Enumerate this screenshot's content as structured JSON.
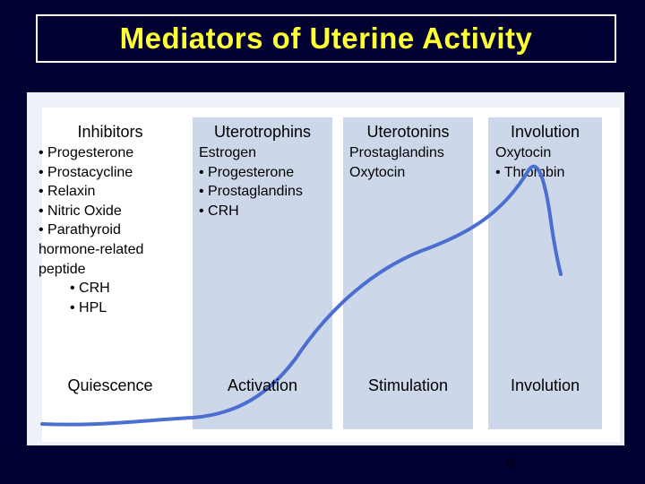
{
  "slide": {
    "title": "Mediators of Uterine Activity",
    "page_number": "6"
  },
  "columns": [
    {
      "header": "Inhibitors",
      "items": [
        "• Progesterone",
        "• Prostacycline",
        "• Relaxin",
        "• Nitric Oxide",
        "• Parathyroid",
        "hormone-related",
        "peptide"
      ],
      "sub_items": [
        "• CRH",
        "• HPL"
      ],
      "phase": "Quiescence"
    },
    {
      "header": "Uterotrophins",
      "items": [
        "Estrogen",
        "• Progesterone",
        "• Prostaglandins",
        "• CRH"
      ],
      "phase": "Activation"
    },
    {
      "header": "Uterotonins",
      "items": [
        "Prostaglandins",
        "Oxytocin"
      ],
      "phase": "Stimulation"
    },
    {
      "header": "Involution",
      "items": [
        "Oxytocin",
        "• Thrombin"
      ],
      "phase": "Involution"
    }
  ],
  "colors": {
    "background": "#000033",
    "title": "#ffff33",
    "stripe": "#cdd7ea",
    "curve": "#4a6fd0"
  }
}
